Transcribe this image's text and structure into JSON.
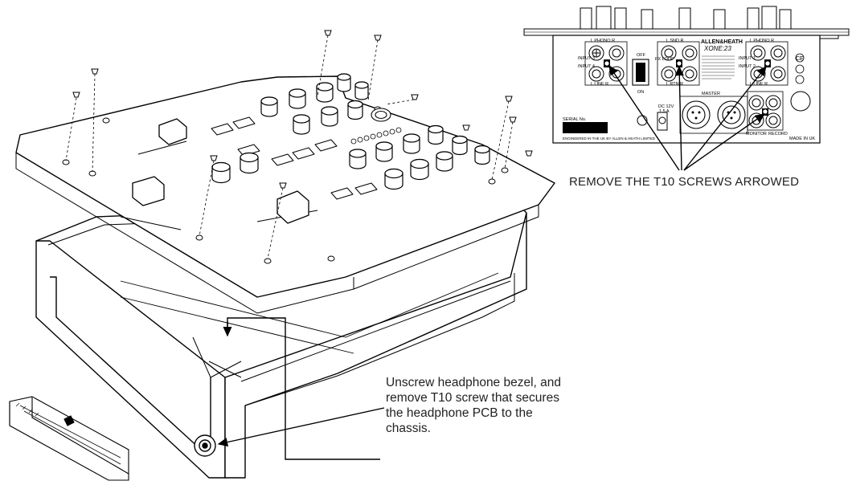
{
  "instructions": {
    "rear_panel_caption": "REMOVE THE T10 SCREWS ARROWED",
    "bezel_caption_lines": [
      "Unscrew headphone bezel, and",
      "remove T10 screw that secures",
      "the headphone PCB to the",
      "chassis."
    ]
  },
  "rear_panel": {
    "brand": "ALLEN&HEATH",
    "model": "XONE:23",
    "labels": {
      "phono_l": "L PHONO R",
      "snd": "L SND R",
      "phono_r": "L PHONO R",
      "input3": "INPUT 3",
      "input4": "INPUT 4",
      "input1": "INPUT 1",
      "input2": "INPUT 2",
      "line_l": "L LINE R",
      "rtn": "L RTN R",
      "line_r": "L LINE R",
      "off": "OFF",
      "on": "ON",
      "fx_loop": "FX LOOP",
      "master": "MASTER",
      "monitor": "MONITOR",
      "record": "RECORD",
      "dc": "DC 12V",
      "amps": "1.5 A",
      "serial": "SERIAL No.",
      "engineered": "ENGINEERED IN THE UK BY ALLEN & HEATH LIMITED",
      "made_in": "MADE IN UK",
      "ce": "CE"
    }
  }
}
